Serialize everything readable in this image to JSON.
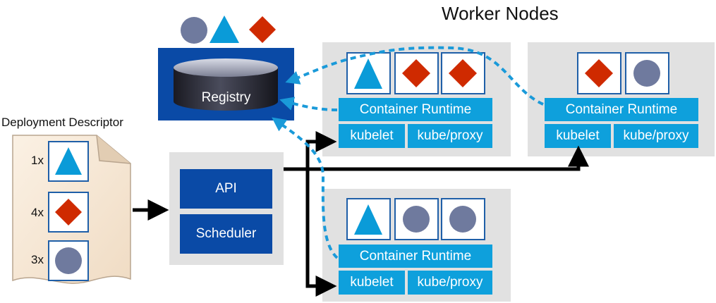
{
  "title": "Worker Nodes",
  "descriptor": {
    "label": "Deployment Descriptor",
    "rows": [
      {
        "count": "1x",
        "shape": "triangle-icon"
      },
      {
        "count": "4x",
        "shape": "diamond-icon"
      },
      {
        "count": "3x",
        "shape": "circle-icon"
      }
    ]
  },
  "control_plane": {
    "api_label": "API",
    "scheduler_label": "Scheduler"
  },
  "registry": {
    "label": "Registry"
  },
  "node": {
    "runtime_label": "Container Runtime",
    "kubelet_label": "kubelet",
    "proxy_label": "kube/proxy"
  },
  "colors": {
    "triangle": "#0a9bd8",
    "diamond": "#cf2a00",
    "circle": "#6f7a9e",
    "navy": "#0a4aa6",
    "runtime": "#0ea0dc",
    "panel": "#e1e1e1",
    "arrow": "#000000",
    "dash": "#1a9ad9"
  }
}
